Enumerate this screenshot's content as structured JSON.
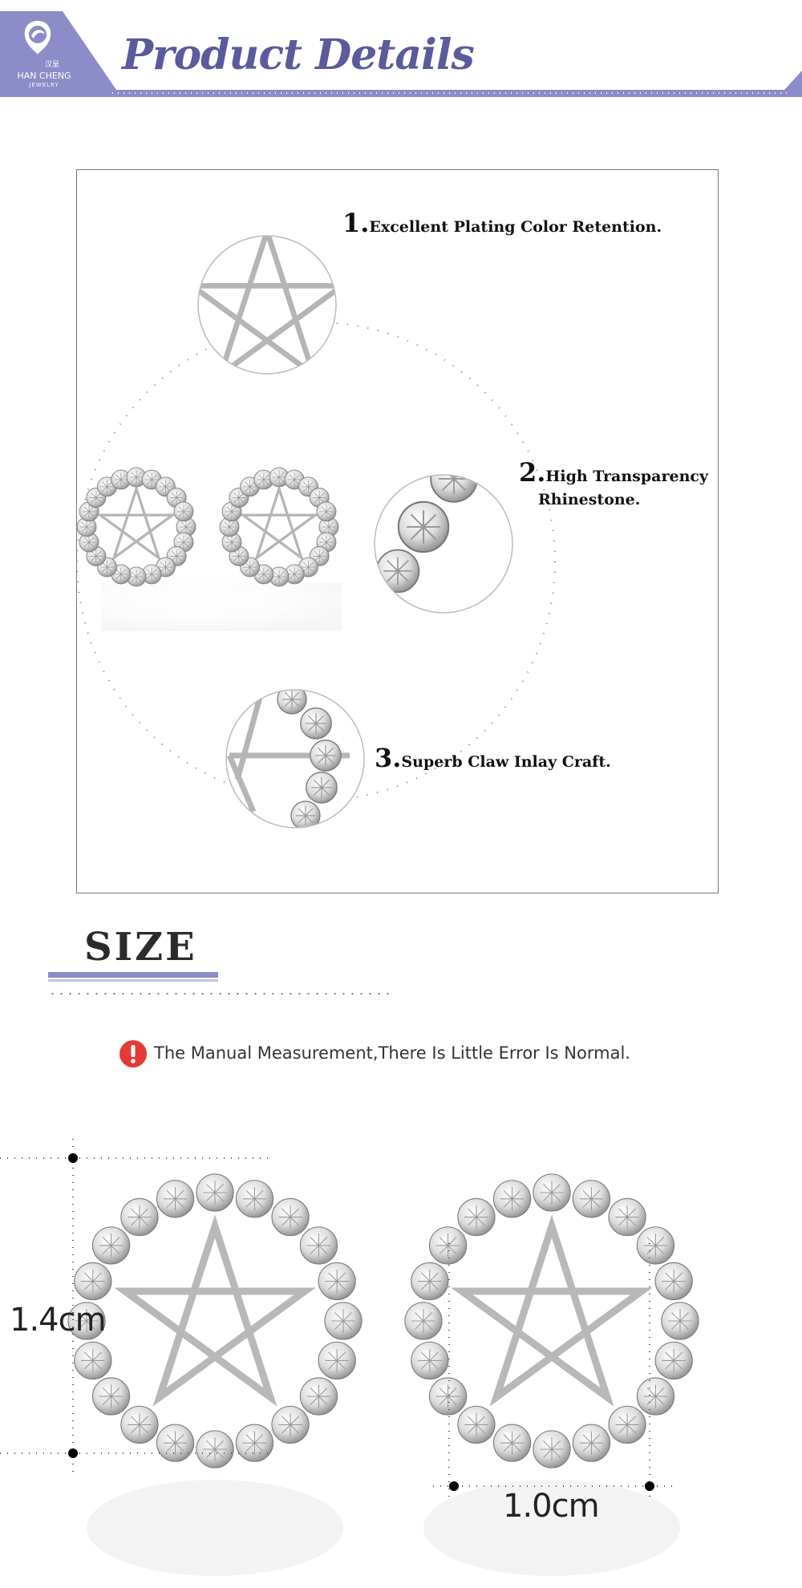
{
  "header": {
    "title": "Product Details",
    "logo_cn": "汉呈",
    "logo_name": "HAN CHENG",
    "logo_sub": "JEWELRY",
    "accent_color": "#8c8cc8"
  },
  "features": [
    {
      "num": "1.",
      "text": "Excellent Plating Color Retention."
    },
    {
      "num": "2.",
      "text_line1": "High Transparency",
      "text_line2": "Rhinestone."
    },
    {
      "num": "3.",
      "text": "Superb Claw Inlay Craft."
    }
  ],
  "size": {
    "title": "SIZE",
    "notice": "The Manual Measurement,There Is Little Error Is Normal.",
    "notice_icon": "exclamation-icon",
    "height_label": "1.4cm",
    "width_label": "1.0cm"
  }
}
